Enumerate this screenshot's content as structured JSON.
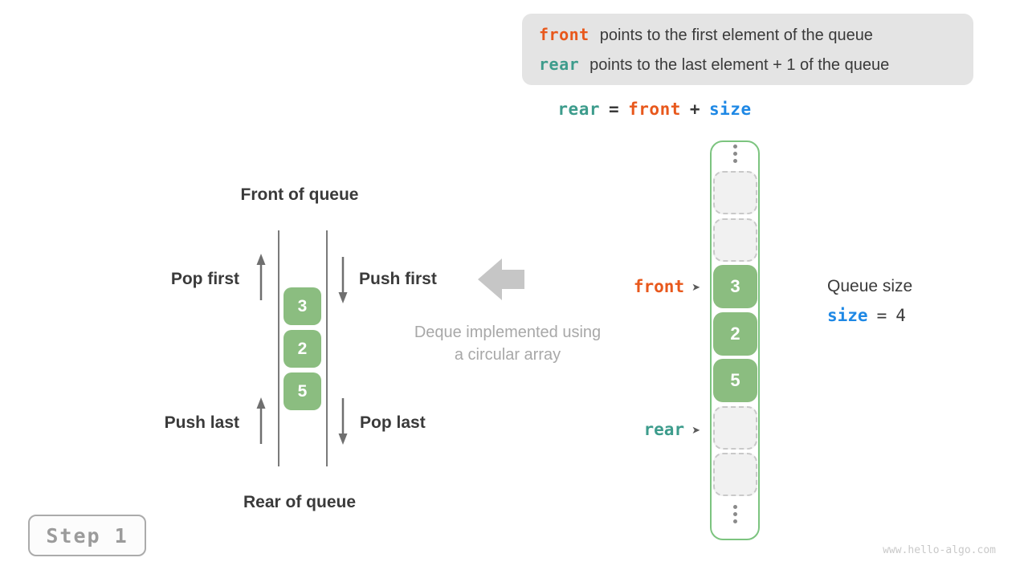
{
  "info_box": {
    "lines": [
      {
        "code": "front",
        "text": "points to the first element of the queue"
      },
      {
        "code": "rear",
        "text": "points to the last element + 1 of the queue"
      }
    ]
  },
  "equation": {
    "tokens": [
      {
        "text": "rear"
      },
      {
        "text": "="
      },
      {
        "text": "front"
      },
      {
        "text": "+"
      },
      {
        "text": "size"
      }
    ]
  },
  "deque_diagram": {
    "front_label": "Front of queue",
    "rear_label": "Rear of queue",
    "pop_first_label": "Pop first",
    "push_first_label": "Push first",
    "push_last_label": "Push last",
    "pop_last_label": "Pop last",
    "values": [
      "3",
      "2",
      "5"
    ]
  },
  "caption": {
    "line1": "Deque implemented using",
    "line2": "a circular array"
  },
  "array_panel": {
    "front_pointer": "front",
    "rear_pointer": "rear",
    "cells": [
      {
        "value": "",
        "state": "empty"
      },
      {
        "value": "",
        "state": "empty"
      },
      {
        "value": "3",
        "state": "filled"
      },
      {
        "value": "2",
        "state": "filled"
      },
      {
        "value": "5",
        "state": "filled"
      },
      {
        "value": "",
        "state": "empty"
      },
      {
        "value": "",
        "state": "empty"
      }
    ]
  },
  "queue_size": {
    "label": "Queue size",
    "variable": "size",
    "equals": "=",
    "value": "4"
  },
  "step_badge": "Step 1",
  "watermark": "www.hello-algo.com",
  "colors": {
    "front_orange": "#e8581c",
    "rear_teal": "#3d9c8c",
    "size_blue": "#1e88e5",
    "cell_green": "#8bbd80",
    "frame_green": "#7cc47f",
    "info_box_gray": "#e4e4e4",
    "caption_gray": "#a8a8a8",
    "block_arrow_gray": "#c6c6c6",
    "dark_text": "#3a3a3a"
  }
}
